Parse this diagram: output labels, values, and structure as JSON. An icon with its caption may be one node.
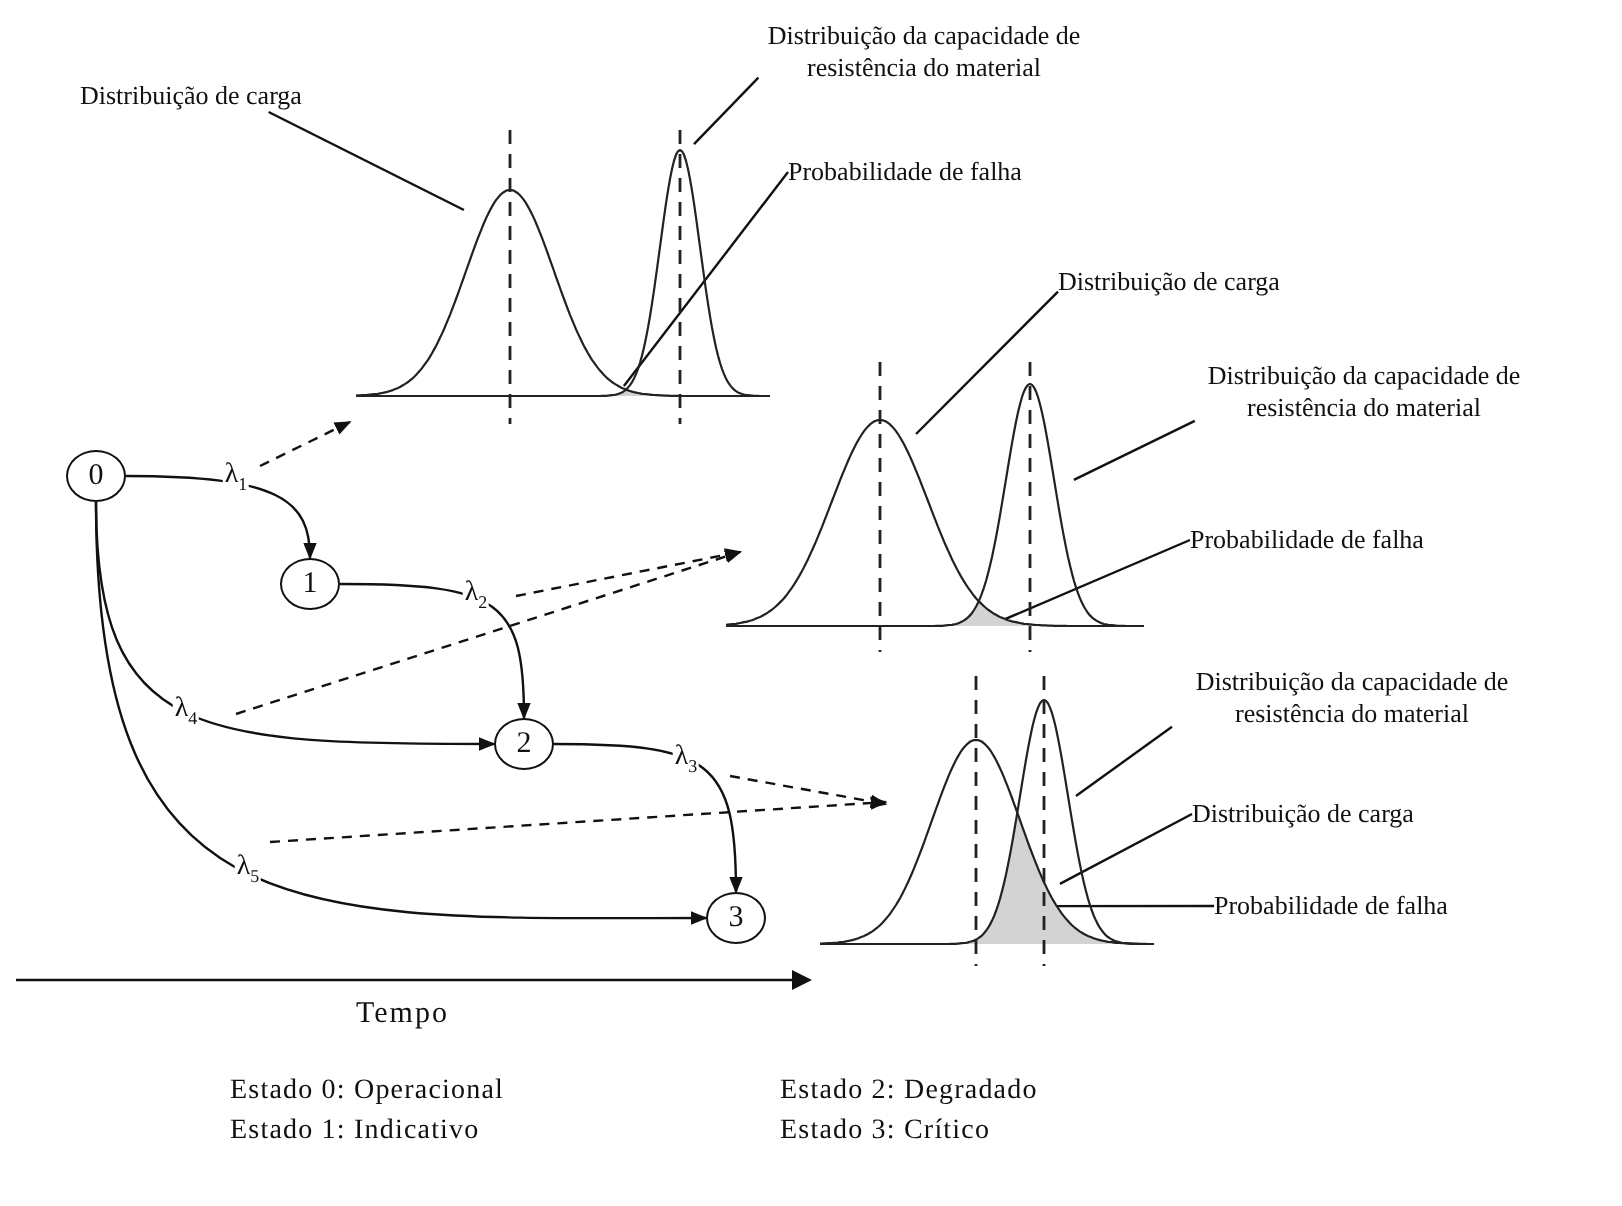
{
  "diagram": {
    "nodes": [
      {
        "text": [
          "Distribuição de carga"
        ]
      },
      {
        "text": [
          "Distribuição da capacidade de resistência do material"
        ]
      },
      {
        "text": [
          "Probabilidade de falha"
        ]
      },
      {
        "text": [],
        "shape": "picture"
      },
      {
        "text": [
          "0"
        ]
      },
      {
        "text": [
          "Distribuição de carga"
        ]
      },
      {
        "text": [
          "Distribuição da capacidade de resistência do material"
        ]
      },
      {
        "text": [
          "1"
        ]
      },
      {
        "text": [
          "Probabilidade de falha"
        ]
      },
      {
        "text": [],
        "shape": "picture"
      },
      {
        "text": [
          "2"
        ]
      },
      {
        "text": [
          "Distribuição da capacidade de resistência do material"
        ]
      },
      {
        "text": [
          "Distribuição de carga"
        ]
      },
      {
        "text": [],
        "shape": "picture"
      },
      {
        "text": [
          "Probabilidade de falha"
        ]
      },
      {
        "text": [
          "3"
        ]
      }
    ],
    "edges": [
      {
        "from": 4,
        "to": 7,
        "arrow": "to",
        "label": "λ$_{1}$"
      },
      {
        "from": 7,
        "to": 10,
        "arrow": "to",
        "label": "λ$_{2}$"
      },
      {
        "from": 10,
        "to": 15,
        "arrow": "to",
        "label": "λ$_{3}$"
      },
      {
        "from": 4,
        "to": 10,
        "arrow": "to",
        "label": "λ$_{4}$"
      },
      {
        "from": 4,
        "to": 15,
        "arrow": "to",
        "label": "λ$_{5}$"
      },
      {
        "from": null,
        "to": 3,
        "arrow": "to",
        "style": "dashed"
      },
      {
        "from": null,
        "to": 9,
        "arrow": "to",
        "style": "dashed"
      },
      {
        "from": null,
        "to": 9,
        "arrow": "to",
        "style": "dashed"
      },
      {
        "from": null,
        "to": 13,
        "arrow": "to",
        "style": "dashed"
      },
      {
        "from": null,
        "to": 13,
        "arrow": "to",
        "style": "dashed"
      },
      {
        "from": 0,
        "to": 3,
        "arrow": "none"
      },
      {
        "from": 1,
        "to": 3,
        "arrow": "none"
      },
      {
        "from": 2,
        "to": 3,
        "arrow": "none"
      },
      {
        "from": 5,
        "to": 9,
        "arrow": "none"
      },
      {
        "from": 6,
        "to": 9,
        "arrow": "none"
      },
      {
        "from": 8,
        "to": 9,
        "arrow": "none"
      },
      {
        "from": 11,
        "to": 13,
        "arrow": "none"
      },
      {
        "from": 12,
        "to": 13,
        "arrow": "none"
      },
      {
        "from": 14,
        "to": 13,
        "arrow": "none"
      }
    ],
    "labels": [
      "Tempo",
      "Estado 0: Operacional",
      "Estado 2: Degradado",
      "Estado 1: Indicativo",
      "Estado 3: Crítico"
    ]
  }
}
